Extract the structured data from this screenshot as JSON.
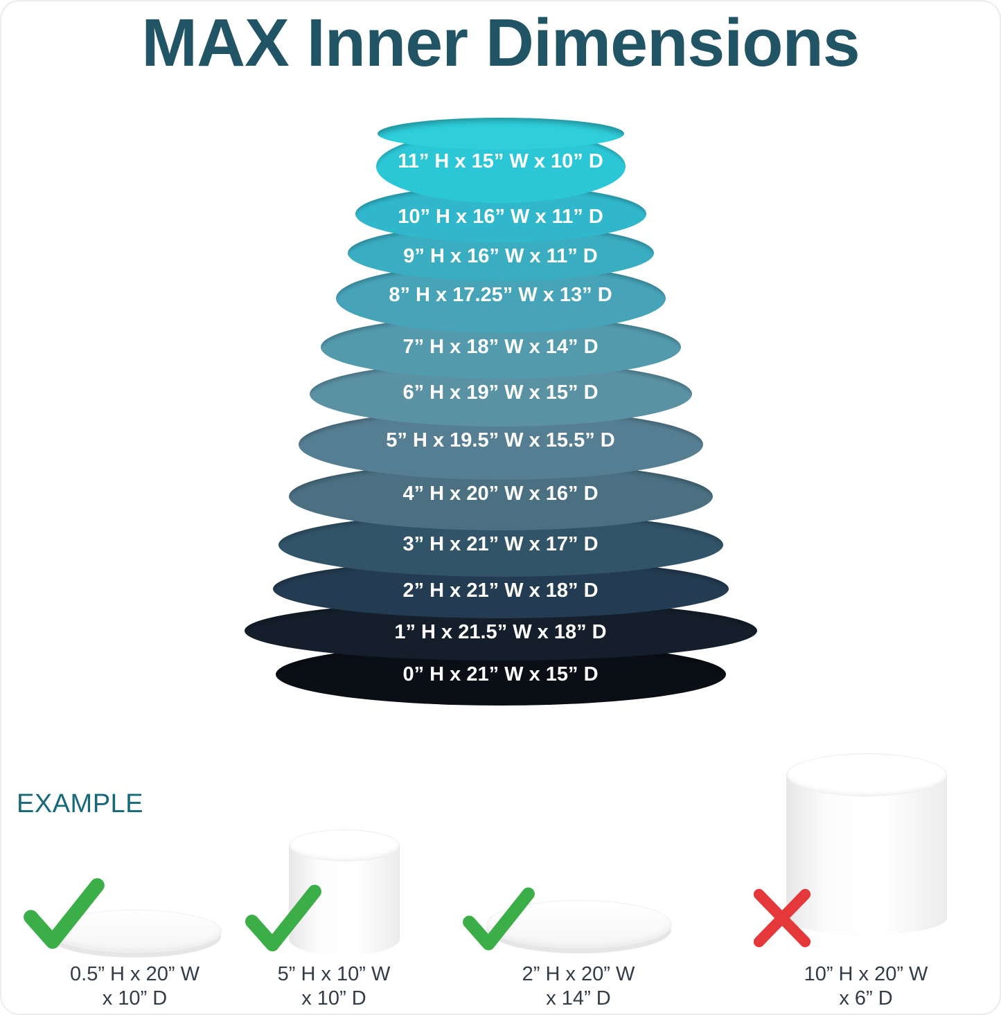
{
  "title": "MAX Inner Dimensions",
  "stack": {
    "top_surface_color": "#2fcedb",
    "tiers": [
      {
        "label": "11” H x 15” W x 10” D",
        "color": "#2cc7d7"
      },
      {
        "label": "10” H x 16” W x 11” D",
        "color": "#30b7cb"
      },
      {
        "label": "9” H x 16” W x 11” D",
        "color": "#3aadc1"
      },
      {
        "label": "8” H x 17.25” W x 13” D",
        "color": "#46a3b8"
      },
      {
        "label": "7” H x 18” W x 14” D",
        "color": "#539aad"
      },
      {
        "label": "6” H x 19” W x 15” D",
        "color": "#5b92a3"
      },
      {
        "label": "5” H x 19.5” W x 15.5” D",
        "color": "#567e92"
      },
      {
        "label": "4” H x 20” W x 16” D",
        "color": "#4a7082"
      },
      {
        "label": "3” H x 21” W x 17” D",
        "color": "#315468"
      },
      {
        "label": "2” H x 21” W x 18” D",
        "color": "#243c52"
      },
      {
        "label": "1” H x 21.5” W x 18” D",
        "color": "#141f2b"
      },
      {
        "label": "0” H x 21” W x 15” D",
        "color": "#0a0e15"
      }
    ]
  },
  "example": {
    "heading": "EXAMPLE",
    "items": [
      {
        "status": "allowed",
        "shape": "flat-disc",
        "line1": "0.5” H x 20” W",
        "line2": "x 10” D"
      },
      {
        "status": "allowed",
        "shape": "tall-narrow",
        "line1": "5” H x 10” W",
        "line2": "x 10” D"
      },
      {
        "status": "allowed",
        "shape": "wide-flat-disc",
        "line1": "2” H x 20” W",
        "line2": "x 14” D"
      },
      {
        "status": "not-allowed",
        "shape": "tall-wide",
        "line1": "10” H x 20” W",
        "line2": "x 6” D"
      }
    ]
  },
  "colors": {
    "title_text": "#215565",
    "example_heading": "#17697a",
    "tier_label": "#ffffff",
    "example_label": "#333b46",
    "check": "#3cae47",
    "cross": "#e5383b",
    "top_surface": "#2fcedb"
  }
}
